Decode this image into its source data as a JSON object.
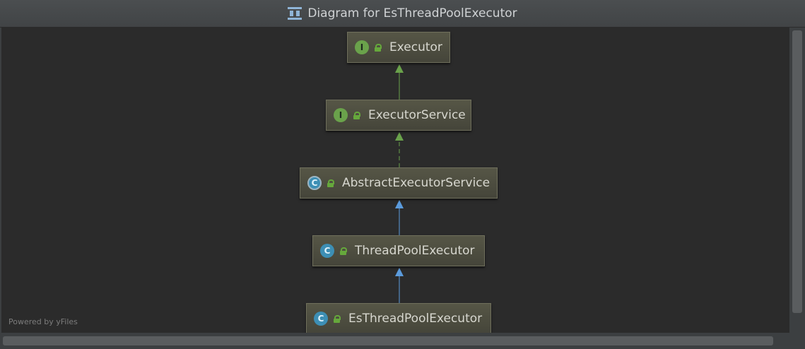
{
  "window": {
    "title": "Diagram for EsThreadPoolExecutor",
    "title_icon": "diagram-icon"
  },
  "diagram": {
    "nodes": [
      {
        "id": "executor",
        "label": "Executor",
        "kind": "interface",
        "kind_glyph": "I"
      },
      {
        "id": "executor-service",
        "label": "ExecutorService",
        "kind": "interface",
        "kind_glyph": "I"
      },
      {
        "id": "abstract-executor-service",
        "label": "AbstractExecutorService",
        "kind": "abstract-class",
        "kind_glyph": "C"
      },
      {
        "id": "thread-pool-executor",
        "label": "ThreadPoolExecutor",
        "kind": "class",
        "kind_glyph": "C"
      },
      {
        "id": "es-thread-pool-executor",
        "label": "EsThreadPoolExecutor",
        "kind": "class",
        "kind_glyph": "C"
      }
    ],
    "edges": [
      {
        "from": "executor-service",
        "to": "executor",
        "type": "extends",
        "style": "solid",
        "color": "#6aa24b"
      },
      {
        "from": "abstract-executor-service",
        "to": "executor-service",
        "type": "implements",
        "style": "dashed",
        "color": "#6aa24b"
      },
      {
        "from": "thread-pool-executor",
        "to": "abstract-executor-service",
        "type": "extends",
        "style": "solid",
        "color": "#5b9bdc"
      },
      {
        "from": "es-thread-pool-executor",
        "to": "thread-pool-executor",
        "type": "extends",
        "style": "solid",
        "color": "#5b9bdc"
      }
    ],
    "powered_by": "Powered by yFiles"
  },
  "colors": {
    "background": "#2b2b2b",
    "node_fill": "#4f4f42",
    "interface_badge": "#6aa24b",
    "class_badge": "#3d8fb5"
  }
}
